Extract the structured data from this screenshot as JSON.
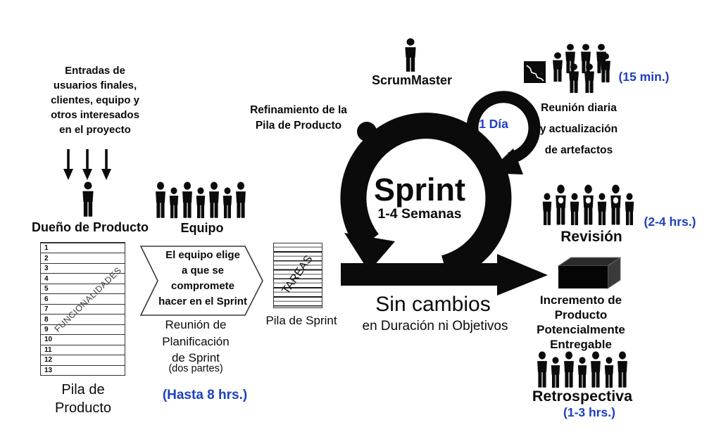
{
  "colors": {
    "ink": "#0b0b0b",
    "blue": "#1e3fbe"
  },
  "inputs": {
    "text": "Entradas de\nusuarios finales,\nclientes,  equipo y\notros interesados\nen el proyecto"
  },
  "product_owner": {
    "label": "Dueño de Producto",
    "count": 1
  },
  "team": {
    "label": "Equipo",
    "count": 7
  },
  "product_backlog": {
    "rows": [
      "1",
      "2",
      "3",
      "4",
      "5",
      "6",
      "7",
      "8",
      "9",
      "10",
      "11",
      "12",
      "13"
    ],
    "watermark": "FUNCIONALIDADES",
    "label": "Pila de\nProducto"
  },
  "planning": {
    "chevron_text": "El equipo elige\na que se\ncompromete\nhacer en el Sprint",
    "label": "Reunión de\nPlanificación\nde Sprint",
    "sub_label": "(dos partes)",
    "duration": "(Hasta 8 hrs.)"
  },
  "sprint_backlog": {
    "watermark": "TAREAS",
    "label": "Pila de Sprint"
  },
  "scrum_master": {
    "label": "ScrumMaster",
    "count": 1
  },
  "refinement": {
    "label": "Refinamiento de la\nPila de Producto"
  },
  "sprint": {
    "title": "Sprint",
    "subtitle": "1-4 Semanas",
    "loop_label": "1 Día",
    "no_changes_title": "Sin cambios",
    "no_changes_subtitle": "en Duración ni Objetivos"
  },
  "daily": {
    "label": "Reunión diaria\ny actualización\nde artefactos",
    "duration": "(15 min.)",
    "count": 7
  },
  "review": {
    "label": "Revisión",
    "duration": "(2-4 hrs.)",
    "count": 7
  },
  "increment": {
    "label": "Incremento de\nProducto\nPotencialmente\nEntregable"
  },
  "retrospective": {
    "label": "Retrospectiva",
    "duration": "(1-3 hrs.)",
    "count": 7
  }
}
